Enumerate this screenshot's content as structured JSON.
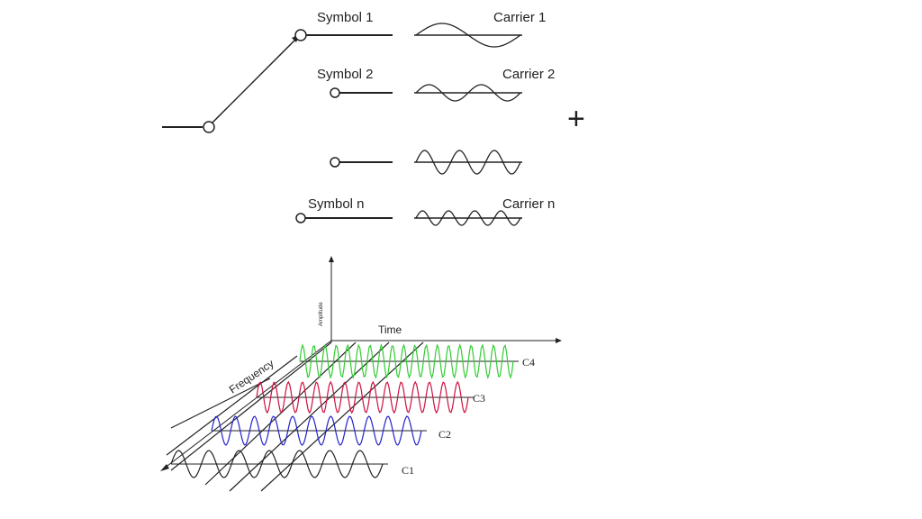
{
  "top_diagram": {
    "symbol_labels": [
      "Symbol 1",
      "Symbol 2",
      "Symbol n"
    ],
    "carrier_labels": [
      "Carrier 1",
      "Carrier 2",
      "Carrier n"
    ],
    "sum_symbol": "+"
  },
  "bottom_diagram": {
    "axis_labels": {
      "time": "Time",
      "frequency": "Frequency",
      "amplitude": "Amplitude"
    },
    "carrier_labels": [
      "C1",
      "C2",
      "C3",
      "C4"
    ],
    "carrier_colors": [
      "#222222",
      "#2222cc",
      "#d01040",
      "#33cc33"
    ]
  }
}
